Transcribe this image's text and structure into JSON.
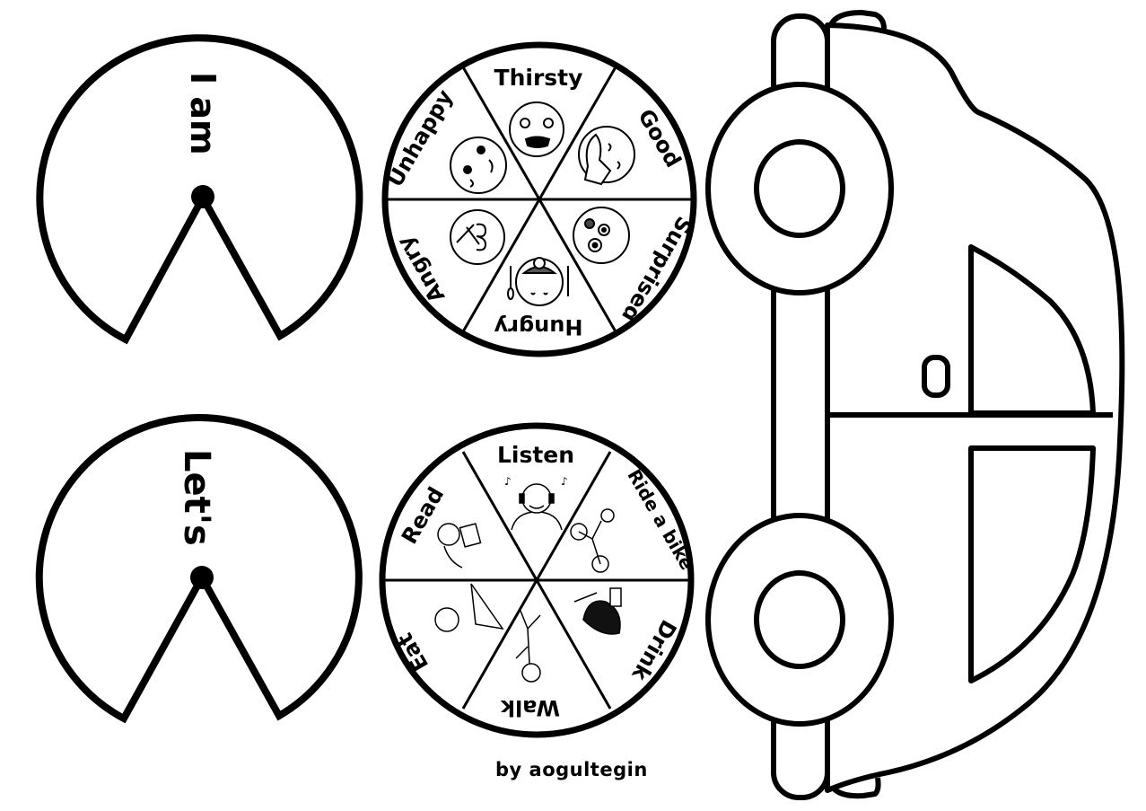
{
  "cutouts": [
    {
      "id": "i-am",
      "label": "I am"
    },
    {
      "id": "lets",
      "label": "Let's"
    }
  ],
  "wheels": [
    {
      "id": "emotions",
      "segments": [
        {
          "label": "Thirsty",
          "icon": "thirsty-face-icon"
        },
        {
          "label": "Good",
          "icon": "thumbs-up-face-icon"
        },
        {
          "label": "Surprised",
          "icon": "surprised-face-icon"
        },
        {
          "label": "Hungry",
          "icon": "hungry-face-icon"
        },
        {
          "label": "Angry",
          "icon": "angry-face-icon"
        },
        {
          "label": "Unhappy",
          "icon": "unhappy-face-icon"
        }
      ]
    },
    {
      "id": "actions",
      "segments": [
        {
          "label": "Listen",
          "icon": "listening-headphones-icon"
        },
        {
          "label": "Ride a bike",
          "icon": "bike-rider-icon"
        },
        {
          "label": "Drink",
          "icon": "drinking-child-icon"
        },
        {
          "label": "Walk",
          "icon": "walking-figure-icon"
        },
        {
          "label": "Eat",
          "icon": "eating-child-icon"
        },
        {
          "label": "Read",
          "icon": "reading-child-icon"
        }
      ]
    }
  ],
  "car": {
    "label": "car-outline"
  },
  "credit": "by aogultegin",
  "colors": {
    "ink": "#000000",
    "paper": "#ffffff"
  }
}
